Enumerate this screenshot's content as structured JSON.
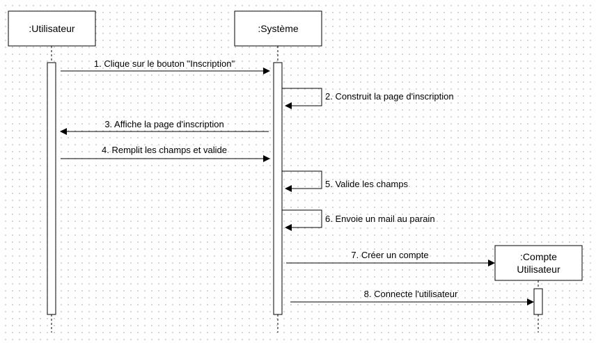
{
  "participants": {
    "user": {
      "label": ":Utilisateur"
    },
    "system": {
      "label": ":Système"
    },
    "account": {
      "label_line1": ":Compte",
      "label_line2": "Utilisateur"
    }
  },
  "messages": [
    {
      "label": "1. Clique sur le bouton \"Inscription\""
    },
    {
      "label": "2. Construit la page d'inscription"
    },
    {
      "label": "3. Affiche la page d'inscription"
    },
    {
      "label": "4. Remplit les champs et valide"
    },
    {
      "label": "5. Valide les champs"
    },
    {
      "label": "6. Envoie un mail au parain"
    },
    {
      "label": "7. Créer un compte"
    },
    {
      "label": "8. Connecte l'utilisateur"
    }
  ]
}
